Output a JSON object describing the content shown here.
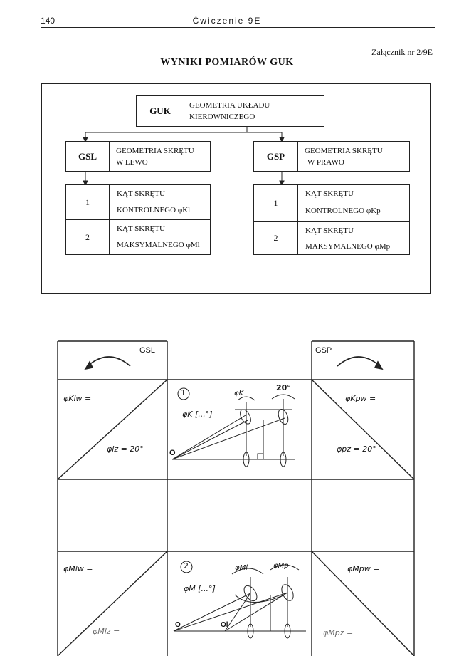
{
  "header": {
    "page_number": "140",
    "chapter": "Ćwiczenie 9E"
  },
  "attachment": "Załącznik nr 2/9E",
  "title": "WYNIKI POMIARÓW GUK",
  "tree": {
    "root": {
      "code": "GUK",
      "text": "GEOMETRIA UKŁADU KIEROWNICZEGO"
    },
    "left": {
      "code": "GSL",
      "text_line1": "GEOMETRIA SKRĘTU",
      "text_line2": "W LEWO",
      "items": [
        {
          "num": "1",
          "line1": "KĄT SKRĘTU",
          "line2": "KONTROLNEGO φKl"
        },
        {
          "num": "2",
          "line1": "KĄT SKRĘTU",
          "line2": "MAKSYMALNEGO φMl"
        }
      ]
    },
    "right": {
      "code": "GSP",
      "text_line1": "GEOMETRIA SKRĘTU",
      "text_line2": "W PRAWO",
      "items": [
        {
          "num": "1",
          "line1": "KĄT SKRĘTU",
          "line2": "KONTROLNEGO φKp"
        },
        {
          "num": "2",
          "line1": "KĄT SKRĘTU",
          "line2": "MAKSYMALNEGO φMp"
        }
      ]
    }
  },
  "table": {
    "left_header": "GSL",
    "right_header": "GSP",
    "row1": {
      "left_top": "φKlw =",
      "left_bottom": "φlz = 20°",
      "center_num": "1",
      "center_label": "φK [...°]",
      "center_angle1": "φK",
      "center_angle2": "20°",
      "center_origin": "O",
      "right_top": "φKpw =",
      "right_bottom": "φpz = 20°"
    },
    "row3": {
      "left_top": "φMlw =",
      "left_bottom": "φMlz =",
      "center_num": "2",
      "center_label": "φM [...°]",
      "center_angle1": "φMl",
      "center_angle2": "φMp",
      "center_origin1": "O",
      "center_origin2": "Ol",
      "right_top": "φMpw =",
      "right_bottom": "φMpz ="
    }
  }
}
